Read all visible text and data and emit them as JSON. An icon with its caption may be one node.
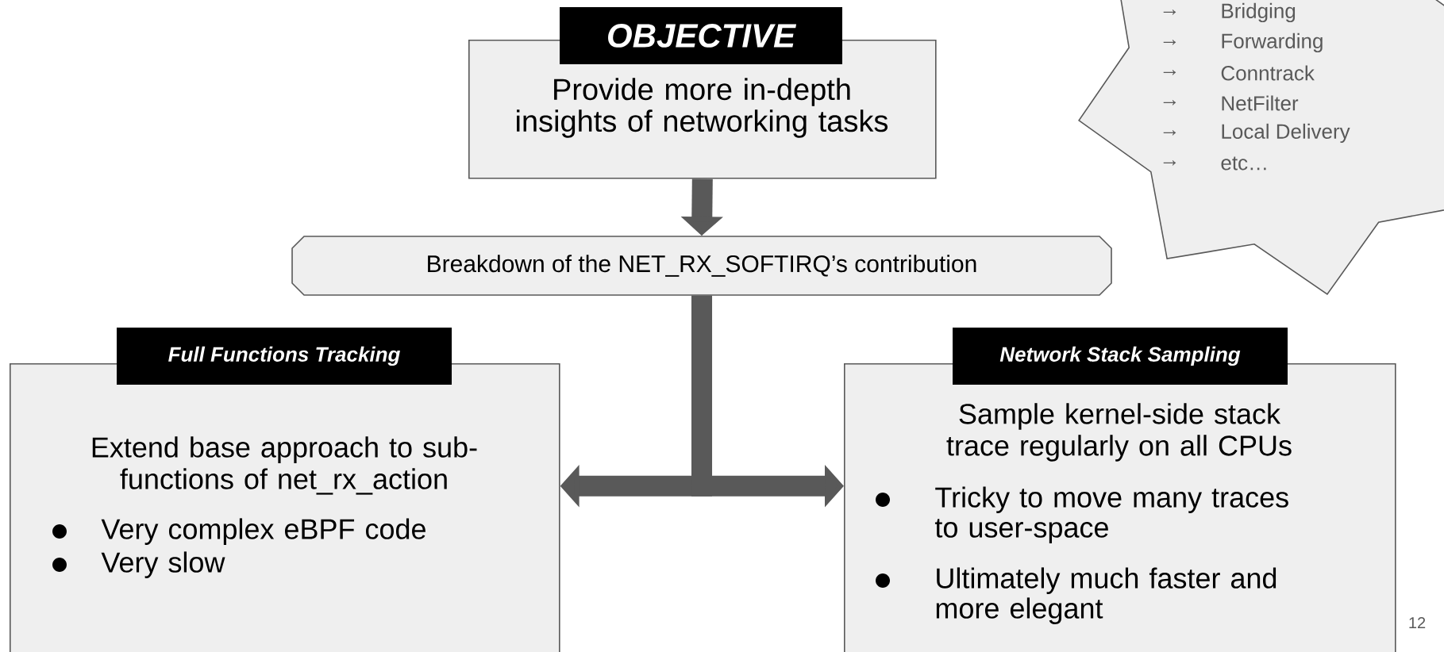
{
  "diagram": {
    "nodes": [
      {
        "text": [
          "OBJECTIVE",
          "Provide more in-depth insights of networking tasks"
        ]
      },
      {
        "text": [
          "Breakdown of the NET_RX_SOFTIRQ’s contribution"
        ]
      },
      {
        "text": [
          "Full Functions Tracking",
          "Extend base approach to sub-functions of net_rx_action",
          "Very complex eBPF code",
          "Very slow"
        ]
      },
      {
        "text": [
          "Network Stack Sampling",
          "Sample kernel-side stack trace regularly on all CPUs",
          "Tricky to move many traces to user-space",
          "Ultimately much faster and more elegant"
        ]
      },
      {
        "text": [
          "→",
          "Bridging",
          "→",
          "Forwarding",
          "→",
          "Conntrack",
          "→",
          "NetFilter",
          "→",
          "Local Delivery",
          "→",
          "etc…"
        ]
      }
    ],
    "edges": [
      {
        "from": 0,
        "to": 1,
        "arrow": "to"
      },
      {
        "from": 1,
        "to": 2,
        "arrow": "to"
      },
      {
        "from": 1,
        "to": 3,
        "arrow": "to"
      }
    ],
    "labels": [
      "12"
    ]
  }
}
